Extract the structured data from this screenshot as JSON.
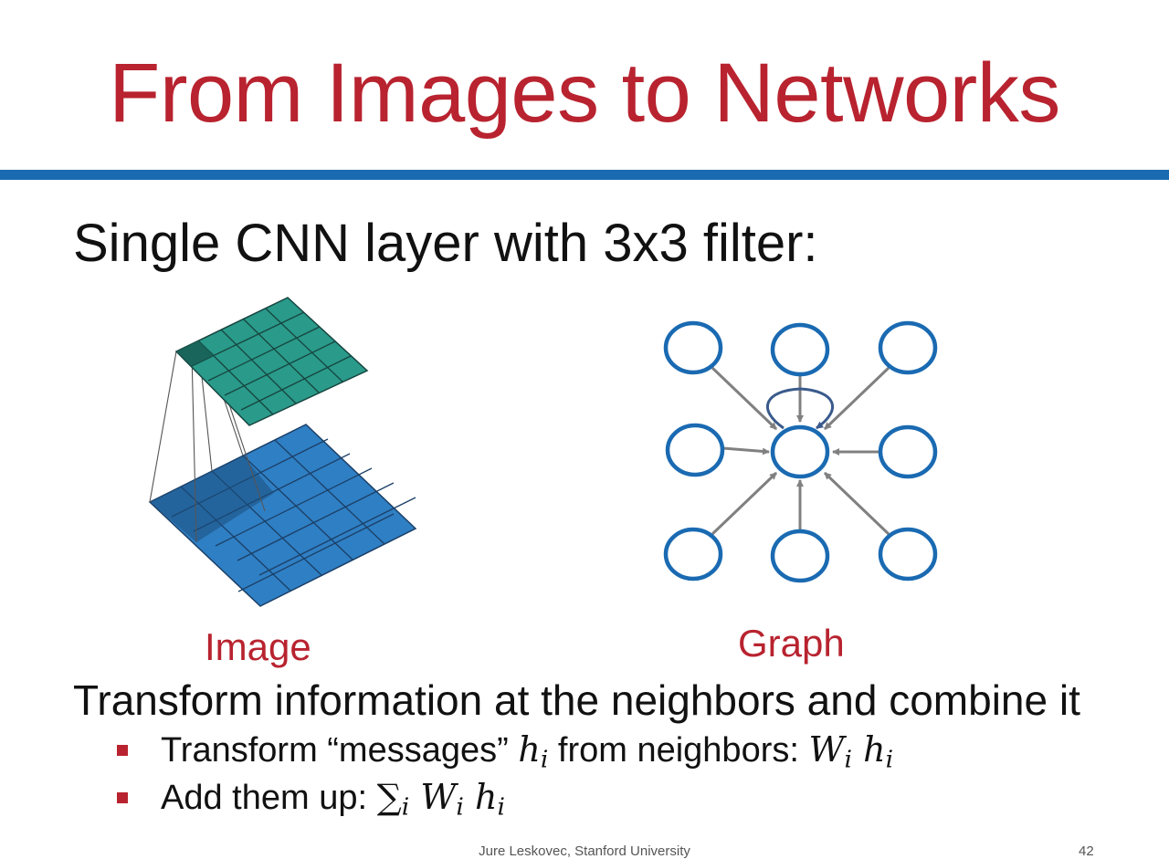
{
  "slide": {
    "title": "From Images to Networks",
    "subtitle": "Single CNN layer with 3x3 filter:",
    "caption_image": "Image",
    "caption_graph": "Graph",
    "body": "Transform information at the neighbors and combine it",
    "bullet1": {
      "prefix": "Transform “messages” ",
      "mid": " from neighbors: "
    },
    "bullet2": {
      "prefix": "Add them up: "
    },
    "footer": "Jure Leskovec, Stanford University",
    "page_number": "42"
  },
  "colors": {
    "title": "#b8232f",
    "rule": "#1a6ab2",
    "input_grid": "#2f7fc4",
    "output_grid": "#2a9a8a",
    "graph_node": "#1a6ab2",
    "edge": "#808080",
    "self_loop": "#3a5a8c"
  }
}
